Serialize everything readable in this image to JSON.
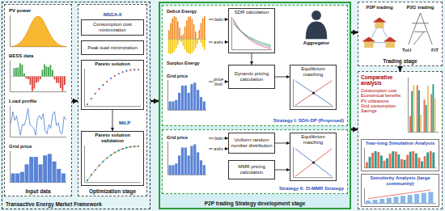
{
  "diagram": {
    "nodes": [
      {
        "text": [
          "Transactive Energy Market Framework"
        ]
      },
      {
        "text": [
          "Input data"
        ],
        "in": 0
      },
      {
        "text": [
          "PV power"
        ],
        "in": 1
      },
      {
        "text": [
          "BESS data"
        ],
        "in": 1
      },
      {
        "text": [
          "Load profile"
        ],
        "in": 1
      },
      {
        "text": [
          "Grid price"
        ],
        "in": 1
      },
      {
        "text": [
          "Optimization stage"
        ],
        "in": 0
      },
      {
        "text": [
          "Consumption cost minimization"
        ],
        "in": 6
      },
      {
        "text": [
          "Peak load minimization"
        ],
        "in": 6
      },
      {
        "text": [
          "Pareto solution"
        ],
        "in": 6
      },
      {
        "text": [
          "Pareto solution validation"
        ],
        "in": 6
      },
      {
        "text": [
          "P2P trading Strategy development stage"
        ]
      },
      {
        "text": [
          "Strategy I: SDA-DP (Proposed)"
        ],
        "in": 11
      },
      {
        "text": [
          "Deficit Energy",
          "Surplus Energy"
        ],
        "in": 12
      },
      {
        "text": [
          "Grid price"
        ],
        "in": 12
      },
      {
        "text": [
          "SDR calculation"
        ],
        "in": 12
      },
      {
        "text": [
          "Dynamic pricing calculation"
        ],
        "in": 12
      },
      {
        "text": [
          "Equilibrium matching"
        ],
        "in": 12
      },
      {
        "text": [
          "Aggregator"
        ],
        "in": 12
      },
      {
        "text": [
          "Strategy II: ZI-MMR Strategy"
        ],
        "in": 11
      },
      {
        "text": [
          "Grid price"
        ],
        "in": 19
      },
      {
        "text": [
          "Uniform random number distribution"
        ],
        "in": 19
      },
      {
        "text": [
          "MMR pricing calculation"
        ],
        "in": 19
      },
      {
        "text": [
          "Equilibrium matching"
        ],
        "in": 19
      },
      {
        "text": [
          "Trading stage"
        ]
      },
      {
        "text": [
          "P2P trading"
        ],
        "in": 24
      },
      {
        "text": [
          "P2G trading"
        ],
        "in": 24
      },
      {
        "text": [
          "Comparative analysis",
          "Consumption cost",
          "Economical benefits",
          "PV utilizations",
          "Grid consumption",
          "Savings"
        ]
      },
      {
        "text": [
          "Year-long Simulation Analysis"
        ],
        "in": 27
      },
      {
        "text": [
          "Sensitivity Analysis (large community)"
        ],
        "in": 27
      }
    ],
    "edges": [
      {
        "from": 1,
        "to": 6,
        "arrow": "to"
      },
      {
        "from": 0,
        "to": 11,
        "arrow": "to"
      },
      {
        "from": 11,
        "to": 24,
        "arrow": "to"
      },
      {
        "from": 11,
        "to": 27,
        "arrow": "to"
      },
      {
        "from": 24,
        "to": 27,
        "arrow": "to"
      },
      {
        "from": 9,
        "to": 10,
        "arrow": "to"
      },
      {
        "from": 13,
        "to": 15,
        "label": "bids",
        "arrow": "to"
      },
      {
        "from": 13,
        "to": 15,
        "label": "asks",
        "arrow": "to"
      },
      {
        "from": 15,
        "to": 16,
        "arrow": "to"
      },
      {
        "from": 14,
        "to": 16,
        "label": "price limit",
        "arrow": "to"
      },
      {
        "from": 16,
        "to": 17,
        "arrow": "to"
      },
      {
        "from": 20,
        "to": 21,
        "label": "bids",
        "arrow": "to"
      },
      {
        "from": 20,
        "to": 21,
        "label": "asks",
        "arrow": "to"
      },
      {
        "from": 21,
        "to": 23,
        "arrow": "to"
      },
      {
        "from": 22,
        "to": 23,
        "arrow": "to"
      }
    ],
    "labels": [
      "NSGA-II",
      "MILP",
      "ToU",
      "FiT"
    ]
  }
}
